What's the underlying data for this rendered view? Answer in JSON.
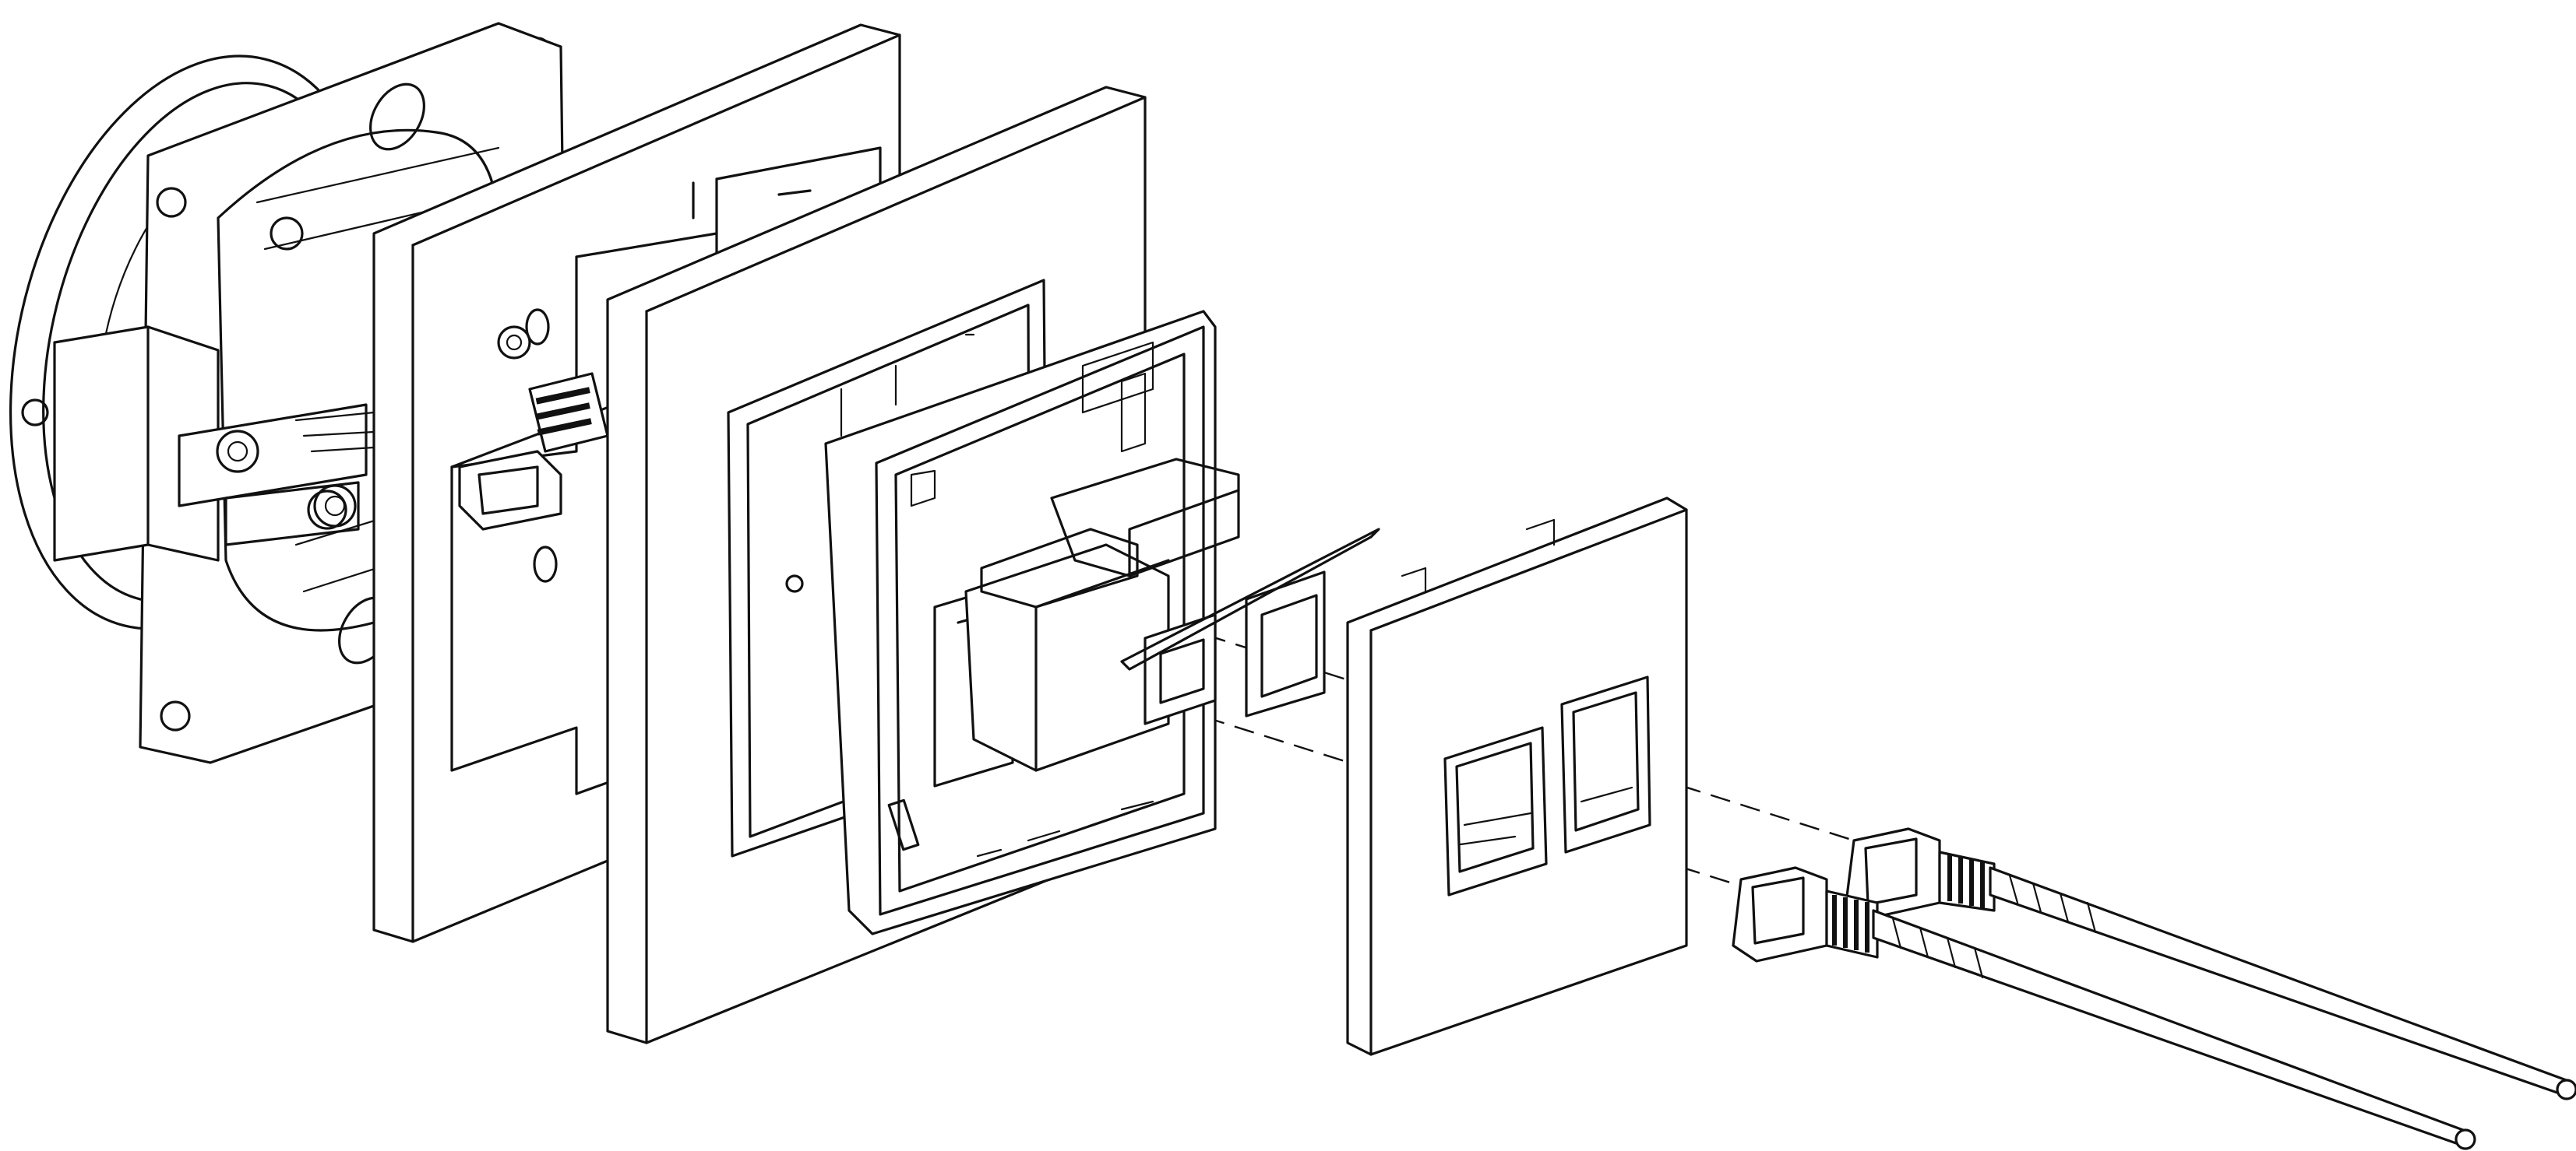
{
  "figure": {
    "parts": [
      "mounting-box",
      "support-plate",
      "frame-outer",
      "frame-inner",
      "connector-module",
      "cover-plate",
      "fiber-connector-upper",
      "fiber-connector-lower"
    ]
  },
  "colors": {
    "line": "#111111",
    "fill": "#ffffff",
    "background": "#ffffff"
  }
}
